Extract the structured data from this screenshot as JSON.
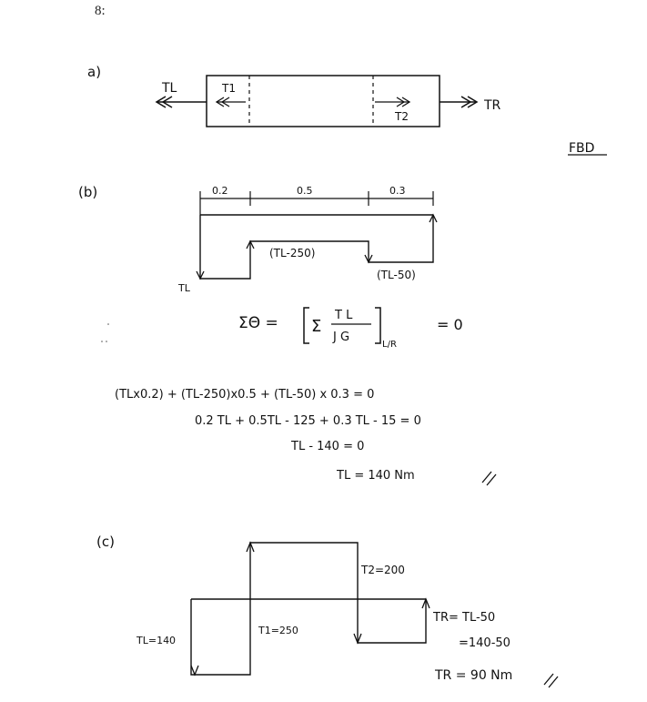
{
  "page_number": "8:",
  "fbd_label": "FBD",
  "part_a": {
    "label": "a)",
    "torques": {
      "TL": "TL",
      "T1": "T1",
      "T2": "T2",
      "TR": "TR"
    }
  },
  "part_b": {
    "label": "(b)",
    "segment_lengths": [
      "0.2",
      "0.5",
      "0.3"
    ],
    "diagram_labels": {
      "TL": "TL",
      "mid": "(TL-250)",
      "right": "(TL-50)"
    },
    "equation_lhs": "ΣΘ =",
    "equation_frac_num": "T L",
    "equation_frac_den": "J G",
    "equation_sub": "L/R",
    "equation_rhs": "= 0",
    "steps": [
      "(TLx0.2) + (TL-250)x0.5 + (TL-50) x 0.3 = 0",
      "0.2 TL + 0.5TL - 125 + 0.3 TL - 15 = 0",
      "TL - 140 = 0",
      "TL = 140 Nm"
    ]
  },
  "part_c": {
    "label": "(c)",
    "labels": {
      "TL": "TL=140",
      "T1": "T1=250",
      "T2": "T2=200",
      "TR1": "TR= TL-50",
      "TR2": "=140-50",
      "TR3": "TR = 90 Nm"
    }
  }
}
